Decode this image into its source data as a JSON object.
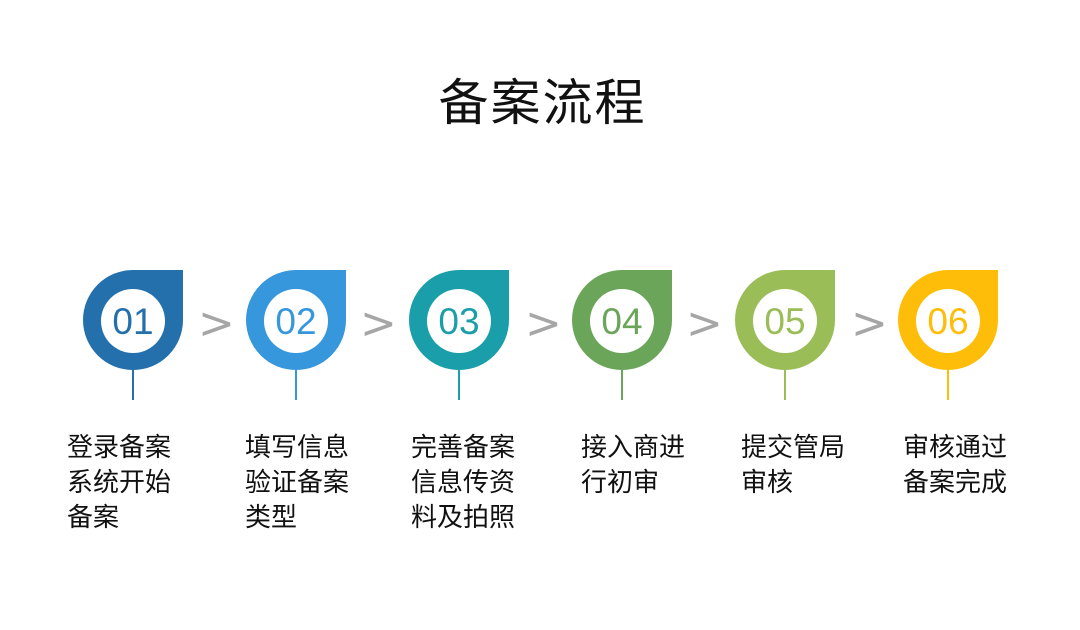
{
  "title": "备案流程",
  "colors": {
    "step1": "#2470ad",
    "step2": "#3797dd",
    "step3": "#1a9faa",
    "step4": "#6aa55a",
    "step5": "#9bbd58",
    "step6": "#fdbd09",
    "arrow": "#a6a6a6"
  },
  "arrow_glyph": ">",
  "steps": [
    {
      "number": "01",
      "lines": [
        "登录备案",
        "系统开始",
        "备案"
      ]
    },
    {
      "number": "02",
      "lines": [
        "填写信息",
        "验证备案",
        "类型"
      ]
    },
    {
      "number": "03",
      "lines": [
        "完善备案",
        "信息传资",
        "料及拍照"
      ]
    },
    {
      "number": "04",
      "lines": [
        "接入商进",
        "行初审"
      ]
    },
    {
      "number": "05",
      "lines": [
        "提交管局",
        "审核"
      ]
    },
    {
      "number": "06",
      "lines": [
        "审核通过",
        "备案完成"
      ]
    }
  ]
}
